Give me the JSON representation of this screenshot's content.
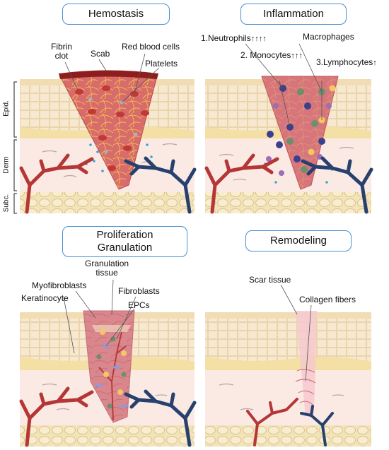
{
  "panels": {
    "hemostasis": {
      "title": "Hemostasis",
      "labels": {
        "fibrin_clot": "Fibrin\nclot",
        "scab": "Scab",
        "red_blood_cells": "Red blood cells",
        "platelets": "Platelets"
      }
    },
    "inflammation": {
      "title": "Inflammation",
      "labels": {
        "neutrophils": "1.Neutrophils",
        "macrophages": "Macrophages",
        "monocytes": "2. Monocytes",
        "lymphocytes": "3.Lymphocytes"
      }
    },
    "proliferation": {
      "title": "Proliferation\nGranulation",
      "labels": {
        "granulation_tissue": "Granulation\ntissue",
        "myofibroblasts": "Myofibroblasts",
        "fibroblasts": "Fibroblasts",
        "keratinocyte": "Keratinocyte",
        "epcs": "EPCs"
      }
    },
    "remodeling": {
      "title": "Remodeling",
      "labels": {
        "scar_tissue": "Scar tissue",
        "collagen_fibers": "Collagen fibers"
      }
    }
  },
  "layers": {
    "epid": "Epid.",
    "derm": "Derm",
    "subc": "Subc."
  },
  "colors": {
    "title_border": "#4a8fd6",
    "epidermis": "#f4e4c4",
    "dermis": "#fbe9e4",
    "subcutis": "#f2e2b8",
    "wound": "#d96a6a",
    "artery": "#b53636",
    "vein": "#27406e",
    "scab": "#8e1e1e"
  }
}
